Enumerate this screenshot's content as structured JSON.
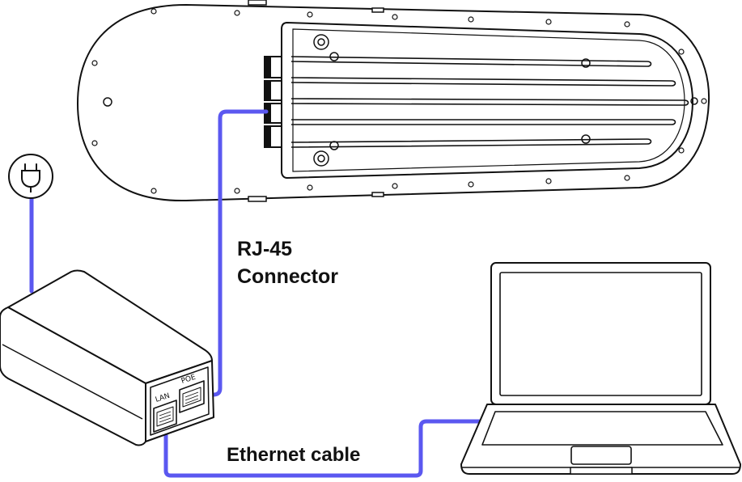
{
  "labels": {
    "connector_line1": "RJ-45",
    "connector_line2": "Connector",
    "cable": "Ethernet cable",
    "port_lan": "LAN",
    "port_poe": "POE"
  },
  "colors": {
    "cable": "#5b58f0",
    "outline": "#111111",
    "fill": "#ffffff",
    "shade": "#f2f2f2"
  },
  "icons": {
    "power": "power-plug-icon"
  }
}
